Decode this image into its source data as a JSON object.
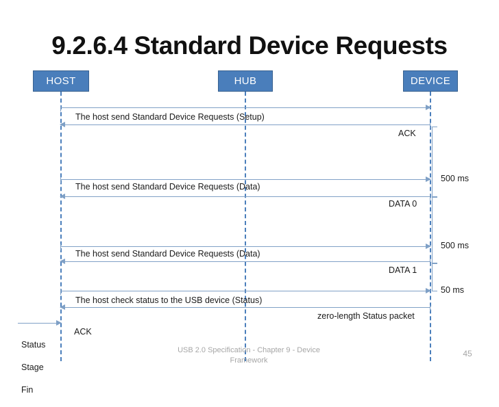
{
  "slide": {
    "title": "9.2.6.4 Standard Device Requests",
    "accent_color": "#4A7EBB",
    "arrow_color": "#7FA0C6",
    "footer_color": "#A6A6A6"
  },
  "actors": [
    {
      "id": "host",
      "label": "HOST"
    },
    {
      "id": "hub",
      "label": "HUB"
    },
    {
      "id": "device",
      "label": "DEVICE"
    }
  ],
  "messages": [
    {
      "id": "m1",
      "label": "The host send Standard Device Requests (Setup)",
      "direction": "right",
      "from": "host",
      "to": "device"
    },
    {
      "id": "m2",
      "label": "ACK",
      "direction": "left",
      "from": "device",
      "to": "host"
    },
    {
      "id": "m3",
      "label": "The host send Standard Device Requests (Data)",
      "direction": "right",
      "from": "host",
      "to": "device"
    },
    {
      "id": "m4",
      "label": "DATA 0",
      "direction": "left",
      "from": "device",
      "to": "host"
    },
    {
      "id": "m5",
      "label": "The host send Standard Device Requests (Data)",
      "direction": "right",
      "from": "host",
      "to": "device"
    },
    {
      "id": "m6",
      "label": "DATA 1",
      "direction": "left",
      "from": "device",
      "to": "host"
    },
    {
      "id": "m7",
      "label": "The host check status to the USB device (Status)",
      "direction": "right",
      "from": "host",
      "to": "device"
    },
    {
      "id": "m8",
      "label": "zero-length Status packet",
      "direction": "left",
      "from": "device",
      "to": "host"
    },
    {
      "id": "m9",
      "label": "ACK",
      "direction": "right",
      "from": "host",
      "to": "host"
    }
  ],
  "timings": [
    {
      "id": "t1",
      "label": "500 ms"
    },
    {
      "id": "t2",
      "label": "500 ms"
    },
    {
      "id": "t3",
      "label": "50 ms"
    }
  ],
  "stage_note": {
    "line1": "Status",
    "line2": "Stage",
    "line3": "Fin"
  },
  "footer": {
    "text": "USB 2.0 Specification - Chapter 9 - Device Framework",
    "page_number": "45"
  }
}
